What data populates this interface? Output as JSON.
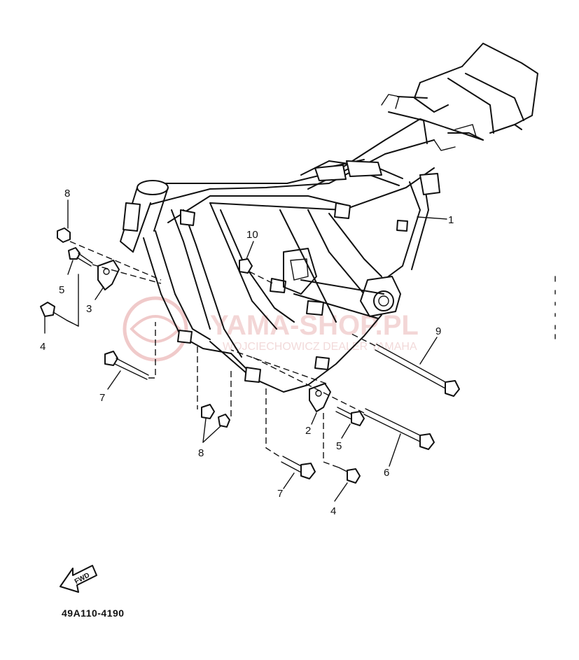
{
  "diagram": {
    "callouts": [
      {
        "id": "c1",
        "label": "1"
      },
      {
        "id": "c2",
        "label": "2"
      },
      {
        "id": "c3",
        "label": "3"
      },
      {
        "id": "c4a",
        "label": "4"
      },
      {
        "id": "c4b",
        "label": "4"
      },
      {
        "id": "c5a",
        "label": "5"
      },
      {
        "id": "c5b",
        "label": "5"
      },
      {
        "id": "c6",
        "label": "6"
      },
      {
        "id": "c7a",
        "label": "7"
      },
      {
        "id": "c7b",
        "label": "7"
      },
      {
        "id": "c8a",
        "label": "8"
      },
      {
        "id": "c8b",
        "label": "8"
      },
      {
        "id": "c9",
        "label": "9"
      },
      {
        "id": "c10",
        "label": "10"
      }
    ],
    "part_code": "49A110-4190",
    "fwd_label": "FWD"
  },
  "watermark": {
    "title": "YAMA-SHOP.PL",
    "subtitle": "WOJCIECHOWICZ DEALER YAMAHA"
  },
  "colors": {
    "line": "#111111",
    "background": "#ffffff",
    "watermark": "#e9b7b7"
  }
}
